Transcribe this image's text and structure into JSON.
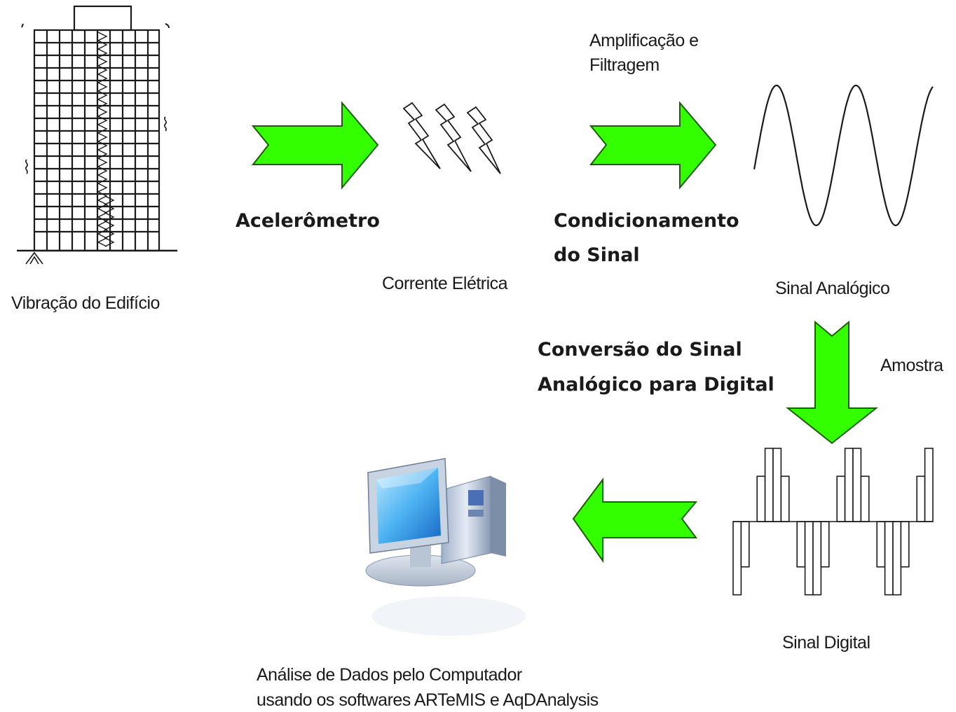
{
  "labels": {
    "building_caption": "Vibração do Edifício",
    "accelerometer": "Acelerômetro",
    "current": "Corrente Elétrica",
    "amp_line1": "Amplificação e",
    "amp_line2": "Filtragem",
    "conditioning_line1": "Condicionamento",
    "conditioning_line2": "do Sinal",
    "analog_signal": "Sinal Analógico",
    "conversion_line1": "Conversão do Sinal",
    "conversion_line2": "Analógico para Digital",
    "sample": "Amostra",
    "digital_signal": "Sinal Digital",
    "computer_line1": "Análise de Dados pelo Computador",
    "computer_line2": "usando os softwares ARTeMIS e AqDAnalysis"
  },
  "icons": [
    "building-icon",
    "arrow-right-icon",
    "lightning-bolt-icon",
    "sine-wave-icon",
    "arrow-down-icon",
    "digital-signal-icon",
    "arrow-left-icon",
    "computer-icon"
  ],
  "colors": {
    "arrow_fill": "#33ff00",
    "arrow_stroke": "#1b5e00",
    "line": "#1a1a1a"
  }
}
